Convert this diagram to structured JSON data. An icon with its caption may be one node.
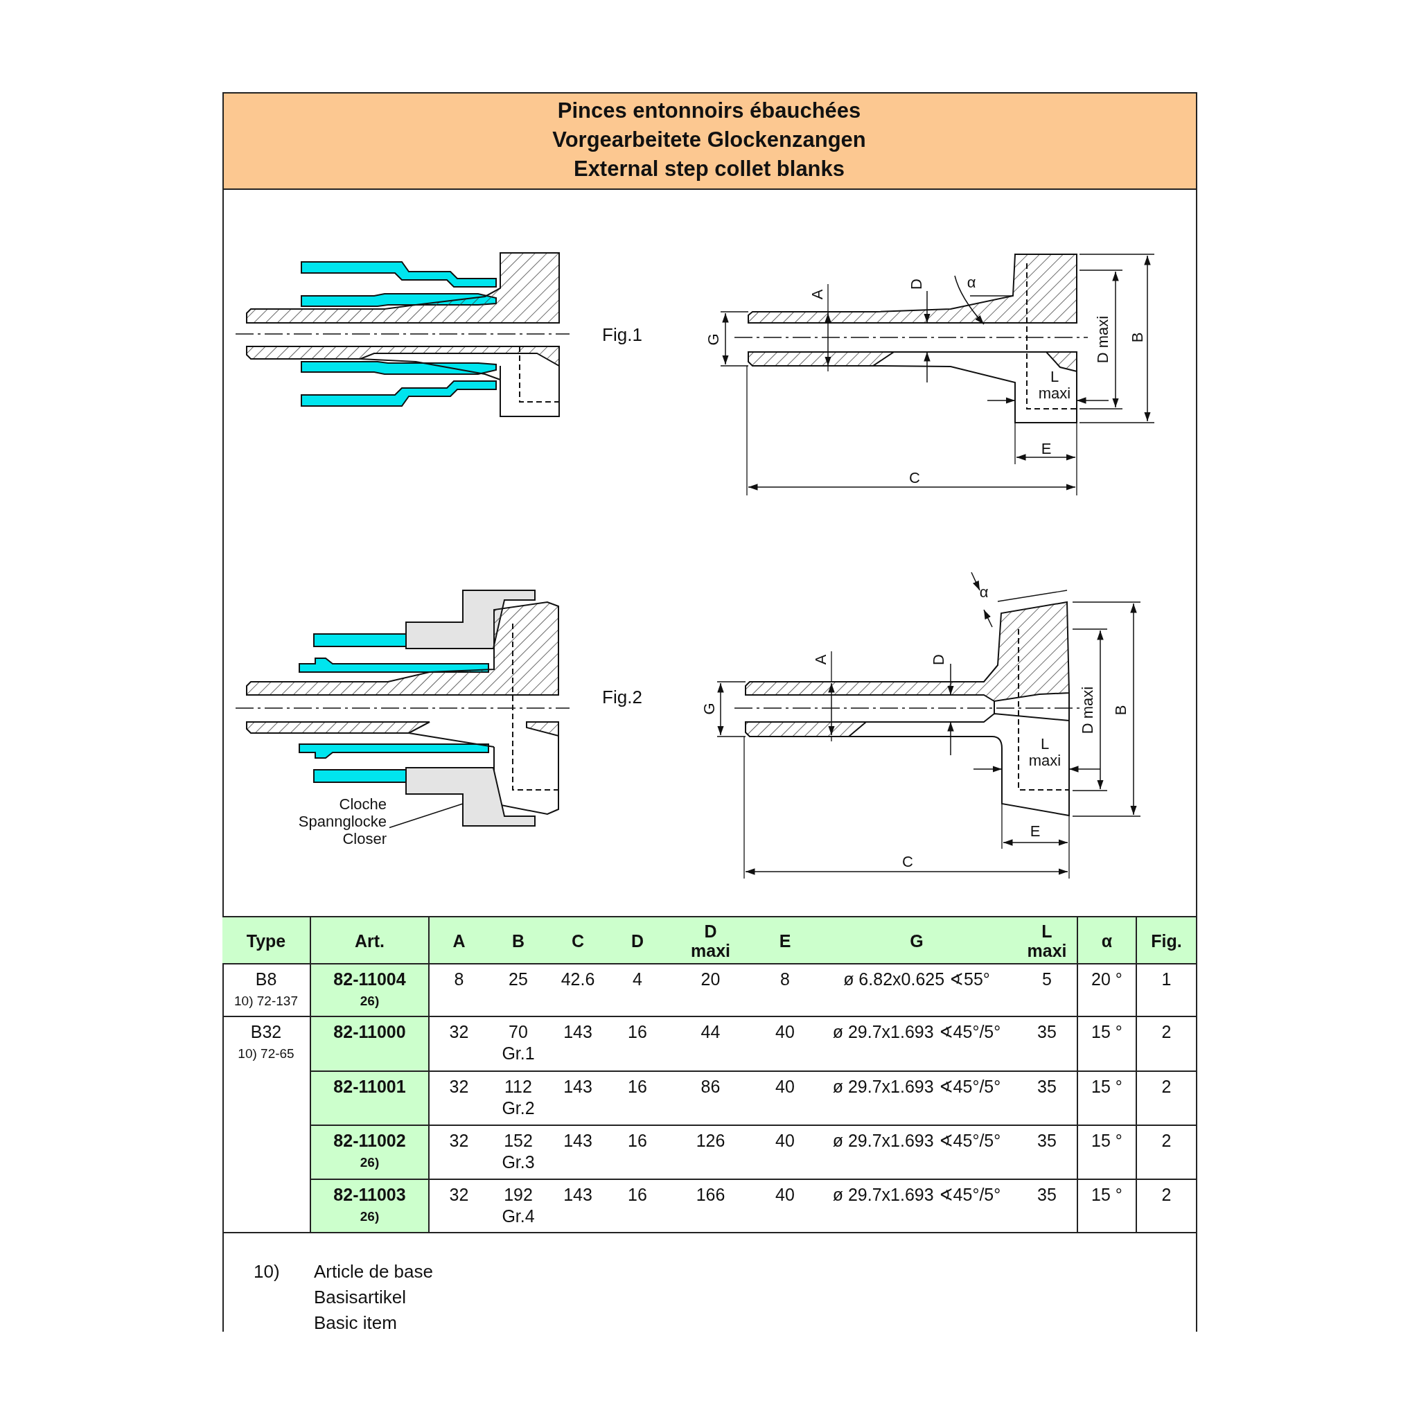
{
  "diagram": {
    "nodes": [
      {
        "text": [
          "Cloche Spannglocke Closer"
        ]
      },
      {
        "text": [],
        "shape": "picture"
      }
    ],
    "edges": [
      {
        "from": 0,
        "to": 1,
        "arrow": "none"
      }
    ],
    "labels": [
      "Pinces entonnoirs ébauchées",
      "Vorgearbeitete Glockenzangen",
      "External step collet blanks",
      "Fig.1",
      "A",
      "D",
      "α",
      "G",
      "L maxi",
      "D maxi",
      "B",
      "E",
      "C",
      "Fig.2",
      "α",
      "A",
      "D",
      "G",
      "L maxi",
      "D maxi",
      "B",
      "E",
      "C",
      "Type",
      "Art.",
      "A",
      "B",
      "C",
      "D",
      "D maxi",
      "E",
      "G",
      "L maxi",
      "α",
      "Fig.",
      "B8",
      "10) 72-137",
      "82-11004",
      "26)",
      "8",
      "25",
      "42.6",
      "4",
      "20",
      "8",
      "ø 6.82x0.625 ∢55°",
      "5",
      "20 °",
      "1",
      "B32",
      "10) 72-65",
      "82-11000",
      "32",
      "70",
      "Gr.1",
      "143",
      "16",
      "44",
      "40",
      "ø 29.7x1.693 ∢45°/5°",
      "35",
      "15 °",
      "2",
      "82-11001",
      "32",
      "112",
      "Gr.2",
      "143",
      "16",
      "86",
      "40",
      "ø 29.7x1.693 ∢45°/5°",
      "35",
      "15 °",
      "2",
      "82-11002",
      "26)",
      "32",
      "152",
      "Gr.3",
      "143",
      "16",
      "126",
      "40",
      "ø 29.7x1.693 ∢45°/5°",
      "35",
      "15 °",
      "2",
      "82-11003",
      "26)",
      "32",
      "192",
      "Gr.4",
      "143",
      "16",
      "166",
      "40",
      "ø 29.7x1.693 ∢45°/5°",
      "35",
      "15 °",
      "2",
      "10)",
      "Article de base",
      "Basisartikel",
      "Basic item"
    ]
  }
}
